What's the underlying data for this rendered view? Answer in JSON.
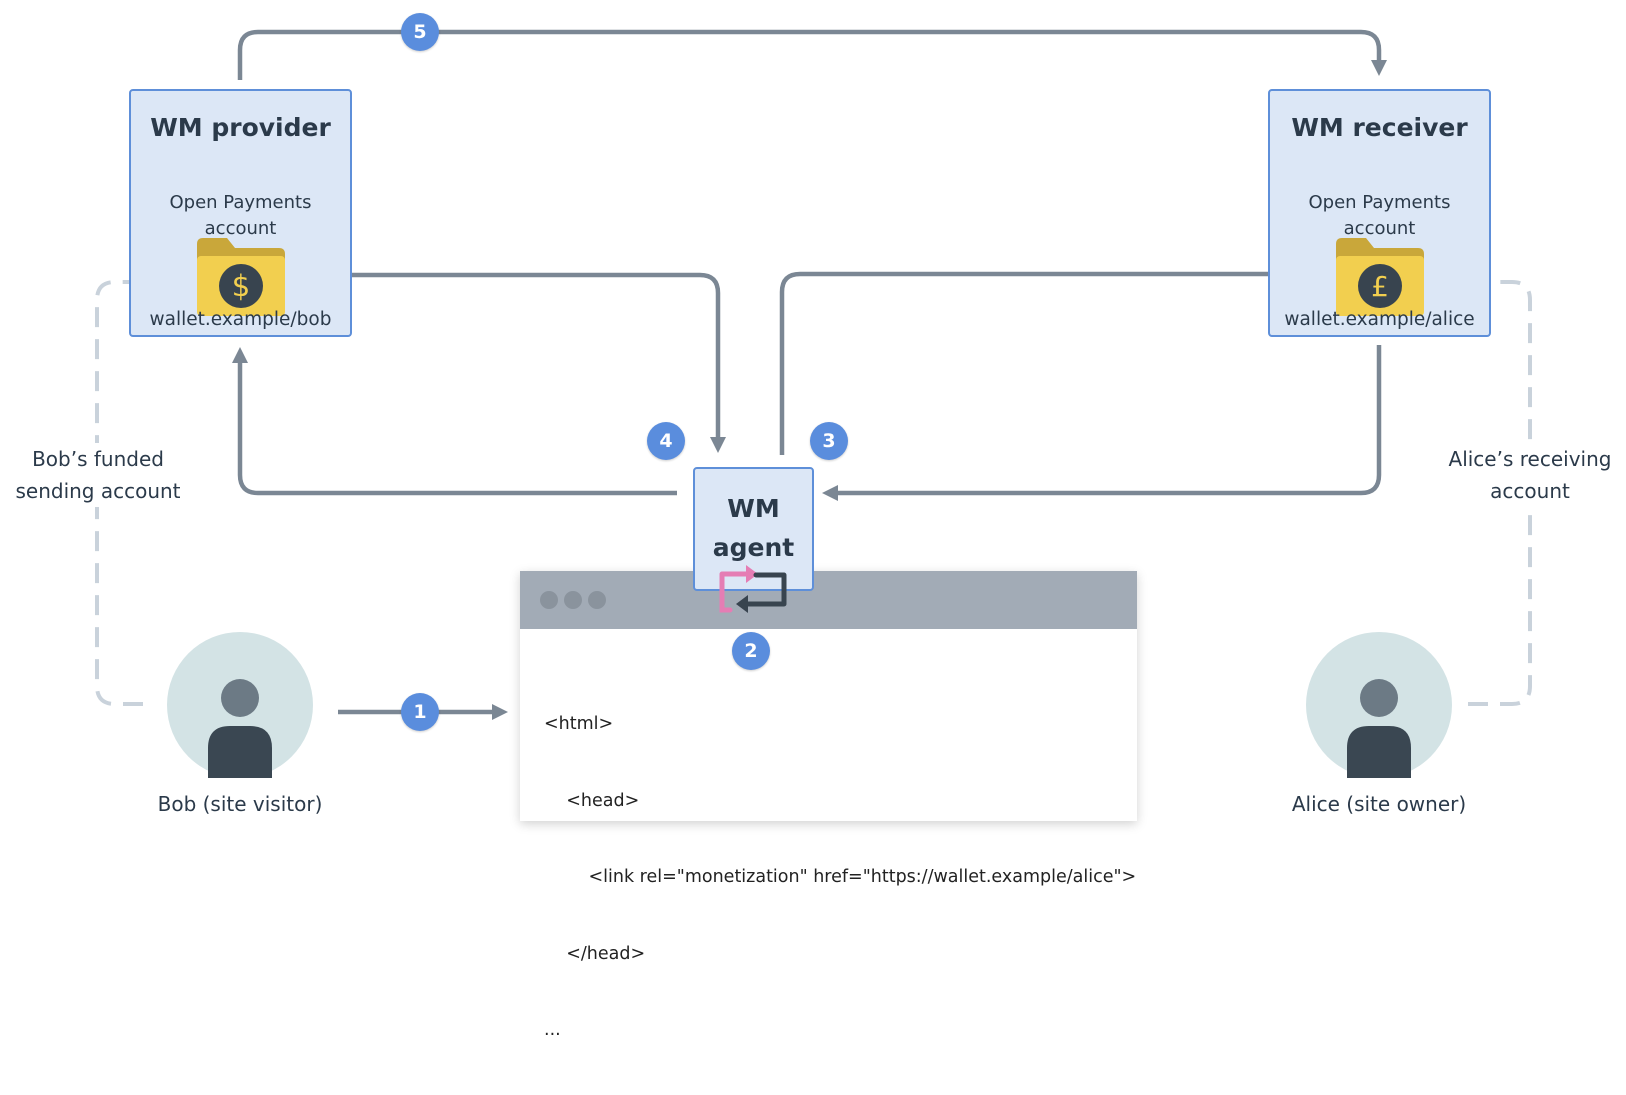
{
  "nodes": {
    "provider": {
      "title": "WM provider",
      "sub_line1": "Open Payments",
      "sub_line2": "account",
      "wallet": "wallet.example/bob",
      "currency_symbol": "$"
    },
    "receiver": {
      "title": "WM receiver",
      "sub_line1": "Open Payments",
      "sub_line2": "account",
      "wallet": "wallet.example/alice",
      "currency_symbol": "£"
    },
    "agent": {
      "title_line1": "WM",
      "title_line2": "agent"
    }
  },
  "steps": [
    "1",
    "2",
    "3",
    "4",
    "5"
  ],
  "labels": {
    "bob_account_line1": "Bob’s funded",
    "bob_account_line2": "sending account",
    "alice_account_line1": "Alice’s receiving",
    "alice_account_line2": "account",
    "bob": "Bob (site visitor)",
    "alice": "Alice (site owner)"
  },
  "browser": {
    "code_lines": [
      "<html>",
      "    <head>",
      "        <link rel=\"monetization\" href=\"https://wallet.example/alice\">",
      "    </head>",
      "..."
    ]
  },
  "colors": {
    "node_fill": "#dce7f6",
    "node_border": "#5e8fd9",
    "arrow": "#7b8794",
    "dashed": "#c9d2db",
    "badge": "#5a8ddd",
    "folder": "#f2cf4f",
    "avatar_bg": "#d3e3e5",
    "avatar_fg": "#3a4752",
    "swap_pink": "#e57db4",
    "swap_dark": "#38444f"
  }
}
